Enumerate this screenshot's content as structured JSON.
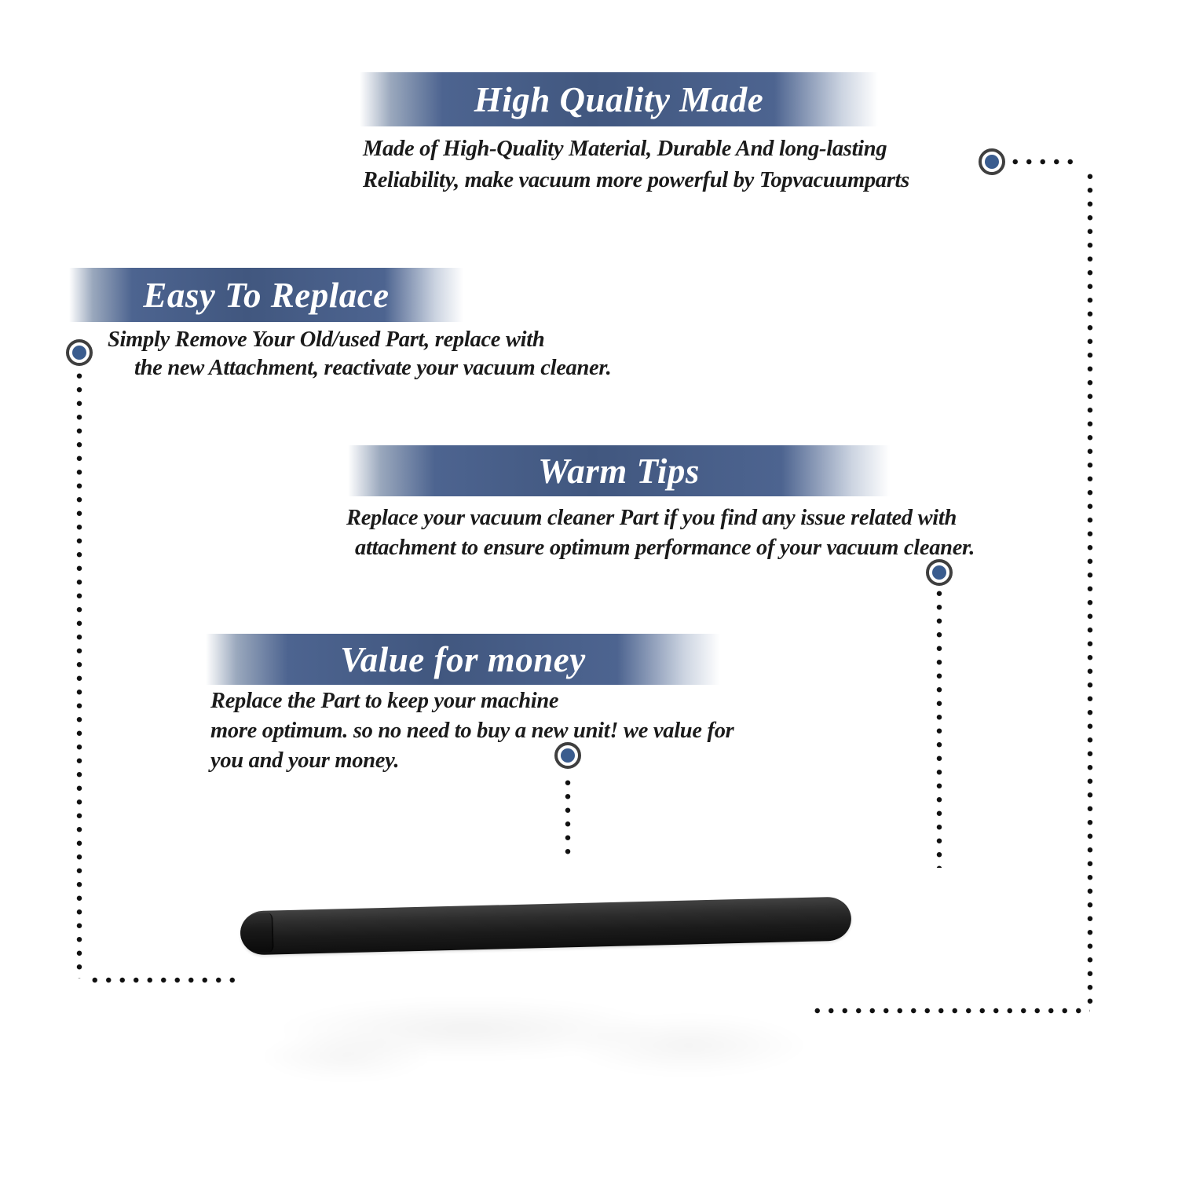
{
  "theme": {
    "banner_deep": "#41577f",
    "heading_text": "#ffffff",
    "body_text": "#1b1b1b",
    "marker_blue": "#3a5c8e",
    "marker_ring": "#3f3f3f",
    "dot_color": "#111111",
    "tube_dark": "#1b1b1b",
    "background": "#ffffff"
  },
  "sections": [
    {
      "title": "High Quality Made",
      "lines": [
        "Made of High-Quality Material, Durable And long-lasting",
        "Reliability, make vacuum more powerful by Topvacuumparts"
      ]
    },
    {
      "title": "Easy To Replace",
      "lines": [
        "Simply Remove Your Old/used Part, replace with",
        "the new Attachment, reactivate your vacuum cleaner."
      ]
    },
    {
      "title": "Warm Tips",
      "lines": [
        "Replace your vacuum cleaner Part if you find any issue related with",
        "attachment to ensure optimum performance of your vacuum cleaner."
      ]
    },
    {
      "title": "Value for money",
      "lines": [
        "Replace the Part to keep your machine",
        "more optimum. so no need to buy a new unit! we value for",
        "you and your money."
      ]
    }
  ]
}
